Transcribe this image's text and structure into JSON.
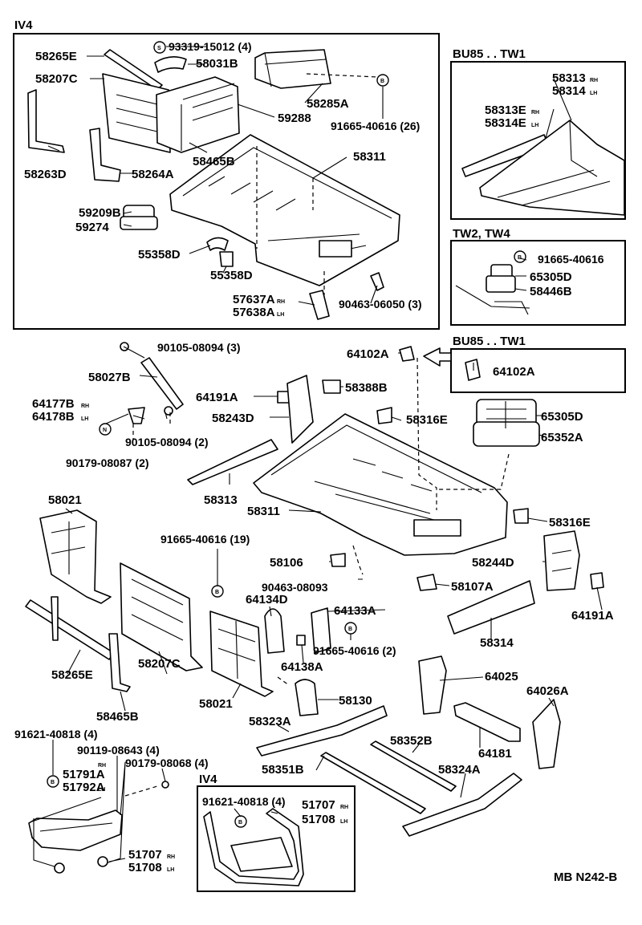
{
  "diagram": {
    "code": "MB N242-B",
    "sections": {
      "iv4_top": "IV4",
      "bu85_top": "BU85 . . TW1",
      "tw2_tw4": "TW2, TW4",
      "bu85_mid": "BU85 . . TW1",
      "iv4_bottom": "IV4"
    },
    "symbols": {
      "s": "S",
      "b": "B",
      "n": "N"
    },
    "side": {
      "rh": "RH",
      "lh": "LH"
    },
    "labels": {
      "p58265E_a": "58265E",
      "p93319": "93319-15012 (4)",
      "p58031B": "58031B",
      "p58207C_a": "58207C",
      "p58285A": "58285A",
      "p59288": "59288",
      "p91665_26": "91665-40616 (26)",
      "p58263D": "58263D",
      "p58465B_a": "58465B",
      "p58264A": "58264A",
      "p58311_a": "58311",
      "p59209B": "59209B",
      "p59274": "59274",
      "p55358D_a": "55358D",
      "p55358D_b": "55358D",
      "p57637A": "57637A",
      "p57638A": "57638A",
      "p90463_3": "90463-06050 (3)",
      "p58313_rh": "58313",
      "p58314_lh": "58314",
      "p58313E": "58313E",
      "p58314E": "58314E",
      "p91665_tw": "91665-40616",
      "p65305D_a": "65305D",
      "p58446B": "58446B",
      "p64102A_a": "64102A",
      "p64102A_b": "64102A",
      "p90105_3": "90105-08094 (3)",
      "p58027B": "58027B",
      "p64191A_a": "64191A",
      "p58388B": "58388B",
      "p64177B": "64177B",
      "p64178B": "64178B",
      "p58243D": "58243D",
      "p58316E_a": "58316E",
      "p65305D_b": "65305D",
      "p65352A": "65352A",
      "p90105_2": "90105-08094 (2)",
      "p90179_2": "90179-08087 (2)",
      "p58313": "58313",
      "p58311_b": "58311",
      "p58021_a": "58021",
      "p58316E_b": "58316E",
      "p91665_19": "91665-40616 (19)",
      "p58106": "58106",
      "p58244D": "58244D",
      "p90463_08093": "90463-08093",
      "p58107A": "58107A",
      "p64134D": "64134D",
      "p64133A": "64133A",
      "p64191A_b": "64191A",
      "p91665_2": "91665-40616 (2)",
      "p58314": "58314",
      "p64138A": "64138A",
      "p58265E_b": "58265E",
      "p58207C_b": "58207C",
      "p64025": "64025",
      "p58465B_b": "58465B",
      "p64026A": "64026A",
      "p58021_b": "58021",
      "p58130": "58130",
      "p58323A": "58323A",
      "p58352B": "58352B",
      "p64181": "64181",
      "p91621_a": "91621-40818 (4)",
      "p90119": "90119-08643 (4)",
      "p90179_4": "90179-08068 (4)",
      "p58351B": "58351B",
      "p58324A": "58324A",
      "p51791A": "51791A",
      "p51792A": "51792A",
      "p91621_b": "91621-40818 (4)",
      "p51707_a": "51707",
      "p51708_a": "51708",
      "p51707_b": "51707",
      "p51708_b": "51708"
    }
  }
}
